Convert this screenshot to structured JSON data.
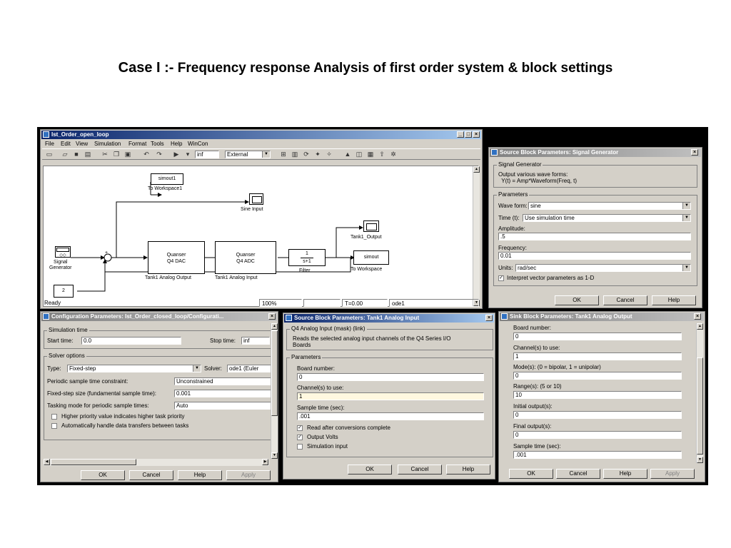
{
  "slide": {
    "title_prefix": "Case I :-",
    "title_main": " Frequency response Analysis of first order system & block settings"
  },
  "model_window": {
    "title": "Ist_Order_open_loop",
    "menu": [
      "File",
      "Edit",
      "View",
      "Simulation",
      "Format",
      "Tools",
      "Help",
      "WinCon"
    ],
    "toolbar": {
      "stop_time": "inf",
      "mode": "External"
    },
    "blocks": {
      "simout1": "simout1",
      "to_workspace1": "To Workspace1",
      "sine_input": "Sine Input",
      "signal_generator": "Signal\nGenerator",
      "quanser_dac": "Quanser\nQ4 DAC",
      "dac_label": "Tank1 Analog Output",
      "quanser_adc": "Quanser\nQ4 ADC",
      "adc_label": "Tank1 Analog Input",
      "tf_num": "1",
      "tf_den": "s+1",
      "filter": "Filter",
      "tank1_output": "Tank1_Output",
      "simout": "simout",
      "to_workspace": "To Workspace",
      "constant": "2",
      "sum_sign": "+"
    },
    "status": {
      "ready": "Ready",
      "zoom": "100%",
      "time": "T=0.00",
      "solver": "ode1"
    }
  },
  "signal_gen_dialog": {
    "title": "Source Block Parameters: Signal Generator",
    "group_title": "Signal Generator",
    "description": "Output various wave forms:\n  Y(t) = Amp*Waveform(Freq, t)",
    "params_title": "Parameters",
    "wave_form_label": "Wave form:",
    "wave_form_value": "sine",
    "time_label": "Time (t):",
    "time_value": "Use simulation time",
    "amplitude_label": "Amplitude:",
    "amplitude_value": ".5",
    "frequency_label": "Frequency:",
    "frequency_value": "0.01",
    "units_label": "Units:",
    "units_value": "rad/sec",
    "interpret_label": "Interpret vector parameters as 1-D",
    "ok": "OK",
    "cancel": "Cancel",
    "help": "Help"
  },
  "config_dialog": {
    "title": "Configuration Parameters: Ist_Order_closed_loop/Configurati...",
    "sim_time_title": "Simulation time",
    "start_label": "Start time:",
    "start_value": "0.0",
    "stop_label": "Stop time:",
    "stop_value": "inf",
    "solver_title": "Solver options",
    "type_label": "Type:",
    "type_value": "Fixed-step",
    "solver_label": "Solver:",
    "solver_value": "ode1 (Euler",
    "periodic_label": "Periodic sample time constraint:",
    "periodic_value": "Unconstrained",
    "fixed_step_label": "Fixed-step size (fundamental sample time):",
    "fixed_step_value": "0.001",
    "tasking_label": "Tasking mode for periodic sample times:",
    "tasking_value": "Auto",
    "higher_priority_label": "Higher priority value indicates higher task priority",
    "auto_handle_label": "Automatically handle data transfers between tasks",
    "ok": "OK",
    "cancel": "Cancel",
    "help": "Help",
    "apply": "Apply"
  },
  "analog_input_dialog": {
    "title": "Source Block Parameters: Tank1 Analog Input",
    "group_title": "Q4 Analog Input (mask) (link)",
    "description": "Reads the selected analog input channels of the Q4 Series I/O\nBoards",
    "params_title": "Parameters",
    "board_label": "Board number:",
    "board_value": "0",
    "channel_label": "Channel(s) to use:",
    "channel_value": "1",
    "sample_label": "Sample time (sec):",
    "sample_value": ".001",
    "read_after_label": "Read after conversions complete",
    "output_volts_label": "Output Volts",
    "sim_input_label": "Simulation input",
    "ok": "OK",
    "cancel": "Cancel",
    "help": "Help"
  },
  "analog_output_dialog": {
    "title": "Sink Block Parameters: Tank1 Analog Output",
    "board_label": "Board number:",
    "board_value": "0",
    "channel_label": "Channel(s) to use:",
    "channel_value": "1",
    "mode_label": "Mode(s):  (0 = bipolar, 1 = unipolar)",
    "mode_value": "0",
    "range_label": "Range(s):  (5 or 10)",
    "range_value": "10",
    "initial_label": "Initial output(s):",
    "initial_value": "0",
    "final_label": "Final output(s):",
    "final_value": "0",
    "sample_label": "Sample time (sec):",
    "sample_value": ".001",
    "ok": "OK",
    "cancel": "Cancel",
    "help": "Help",
    "apply": "Apply"
  }
}
